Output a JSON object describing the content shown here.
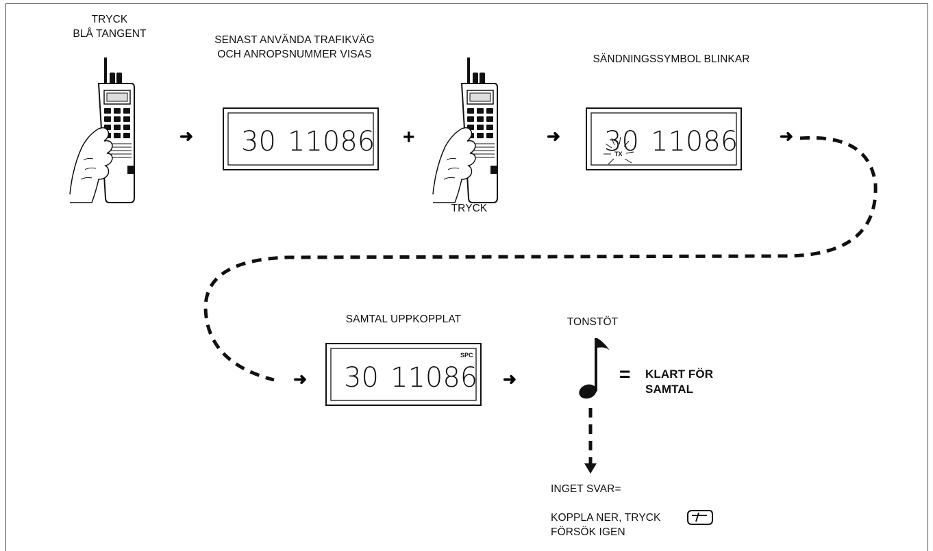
{
  "steps": {
    "press_blue": [
      "TRYCK",
      "BLÅ TANGENT"
    ],
    "last_route": [
      "SENAST ANVÄNDA TRAFIKVÄG",
      "OCH ANROPSNUMMER VISAS"
    ],
    "press": "TRYCK",
    "tx_blinks": "SÄNDNINGSSYMBOL BLINKAR",
    "call_connected": "SAMTAL UPPKOPPLAT",
    "tone": "TONSTÖT",
    "ready": [
      "KLART FÖR",
      "SAMTAL"
    ],
    "no_answer": "INGET SVAR=",
    "disconnect": [
      "KOPPLA NER, TRYCK",
      "FÖRSÖK IGEN"
    ]
  },
  "display": {
    "channel": "30",
    "number": "11086",
    "tx_indicator": "TX",
    "spc_indicator": "SPC"
  },
  "symbols": {
    "arrow": "➜",
    "plus": "+",
    "equals": "="
  },
  "icons": [
    "handheld-radio-icon",
    "lcd-display-icon",
    "music-note-icon",
    "end-key-icon"
  ]
}
